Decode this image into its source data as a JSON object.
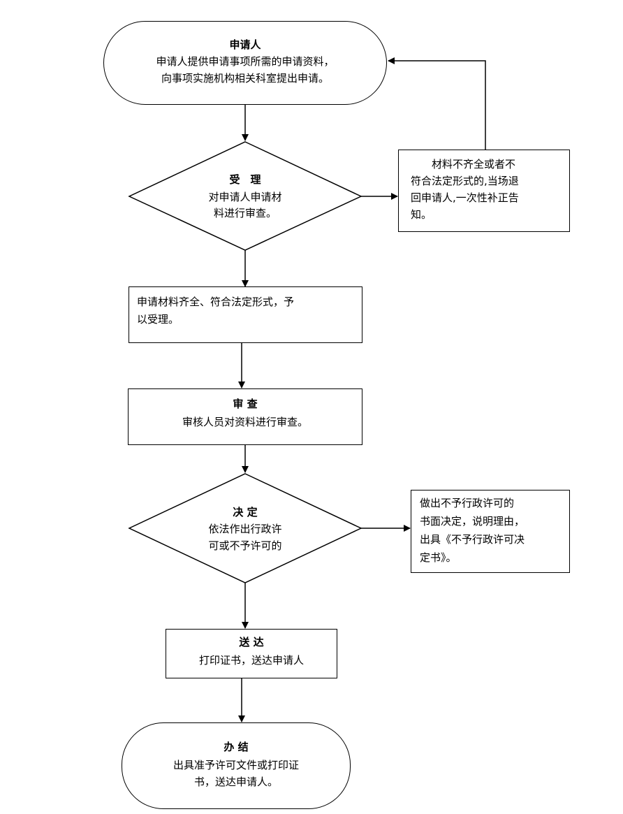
{
  "nodes": {
    "applicant": {
      "title": "申请人",
      "line1": "申请人提供申请事项所需的申请资料，",
      "line2": "向事项实施机构相关科室提出申请。"
    },
    "accept": {
      "title": "受　理",
      "line1": "对申请人申请材",
      "line2": "料进行审查。"
    },
    "reject_materials": {
      "line1": "　　材料不齐全或者不",
      "line2": "符合法定形式的,当场退",
      "line3": "回申请人,一次性补正告",
      "line4": "知。"
    },
    "accepted": {
      "line1": "申请材料齐全、符合法定形式，予",
      "line2": "以受理。"
    },
    "review": {
      "title": "审 查",
      "line1": "审核人员对资料进行审查。"
    },
    "decision": {
      "title": "决 定",
      "line1": "依法作出行政许",
      "line2": "可或不予许可的"
    },
    "deny": {
      "line1": "做出不予行政许可的",
      "line2": "书面决定，说明理由，",
      "line3": "出具《不予行政许可决",
      "line4": "定书》。"
    },
    "deliver": {
      "title": "送 达",
      "line1": "打印证书，送达申请人"
    },
    "finish": {
      "title": "办 结",
      "line1": "出具准予许可文件或打印证",
      "line2": "书，送达申请人。"
    }
  }
}
